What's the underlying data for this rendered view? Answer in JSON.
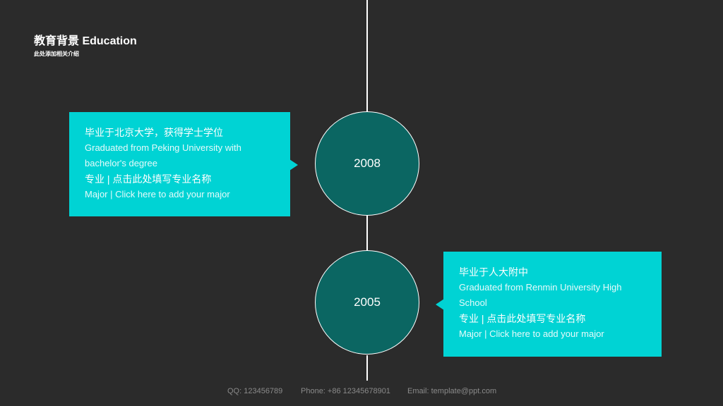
{
  "header": {
    "title": "教育背景 Education",
    "subtitle": "此处添加相关介绍"
  },
  "timeline": [
    {
      "year": "2008",
      "school_cn": "毕业于北京大学，获得学士学位",
      "school_en": "Graduated from Peking University with bachelor's degree",
      "major_cn": "专业 | 点击此处填写专业名称",
      "major_en": "Major | Click here to add your major"
    },
    {
      "year": "2005",
      "school_cn": "毕业于人大附中",
      "school_en": "Graduated from Renmin University High School",
      "major_cn": "专业 | 点击此处填写专业名称",
      "major_en": "Major | Click here to add your major"
    }
  ],
  "footer": {
    "qq": "QQ: 123456789",
    "phone": "Phone: +86 12345678901",
    "email": "Email: template@ppt.com"
  },
  "colors": {
    "background": "#2b2b2b",
    "card": "#00d3d4",
    "circle": "#0b6662"
  }
}
